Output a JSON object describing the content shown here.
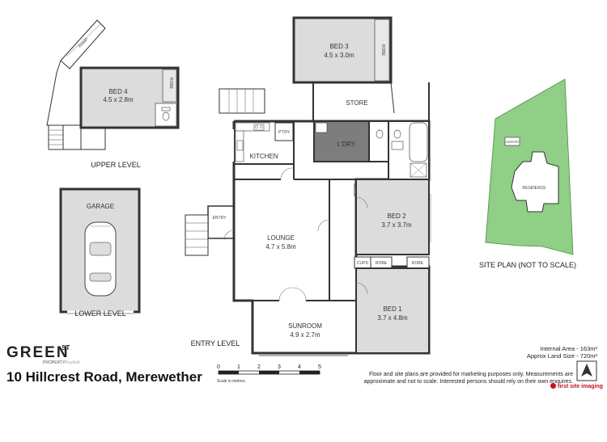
{
  "rooms": {
    "bed3": {
      "name": "BED 3",
      "size": "4.5 x 3.0m"
    },
    "bed4": {
      "name": "BED 4",
      "size": "4.5 x 2.8m"
    },
    "bed2": {
      "name": "BED 2",
      "size": "3.7 x 3.7m"
    },
    "bed1": {
      "name": "BED 1",
      "size": "3.7 x 4.8m"
    },
    "lounge": {
      "name": "LOUNGE",
      "size": "4.7 x 5.8m"
    },
    "sunroom": {
      "name": "SUNROOM",
      "size": "4.9 x 2.7m"
    },
    "garage": {
      "name": "GARAGE"
    },
    "store": {
      "name": "STORE"
    },
    "laundry": {
      "name": "L'DRY"
    },
    "kitchen": {
      "name": "KITCHEN"
    },
    "pantry": {
      "name": "P'TRY"
    },
    "entry": {
      "name": "ENTRY"
    }
  },
  "small_labels": {
    "robe": "ROBE",
    "cupd": "CUPD",
    "ramp": "RAMP",
    "residence": "RESIDENCE",
    "carport": "CARPORT"
  },
  "levels": {
    "upper": "UPPER LEVEL",
    "lower": "LOWER LEVEL",
    "entry": "ENTRY LEVEL",
    "site_plan": "SITE PLAN (NOT TO SCALE)"
  },
  "scale": {
    "ticks": [
      "0",
      "1",
      "2",
      "3",
      "4",
      "5"
    ],
    "label": "Scale in metres."
  },
  "brand": {
    "logo": "GREEN",
    "superscript": "ST",
    "sub": "PROPERTY",
    "sub2": "Mayfield"
  },
  "address": "10 Hillcrest Road, Merewether",
  "areas": {
    "internal": "Internal Area - 163m²",
    "land": "Approx Land Size - 720m²"
  },
  "disclaimer": {
    "line1": "Floor and site plans are provided for marketing purposes only. Measurements are",
    "line2": "approximate and not to scale. Interested persons should rely on their own enquires."
  },
  "credit": "first site imaging",
  "colors": {
    "room_fill": "#dcdcdc",
    "laundry_fill": "#7d7d7d",
    "site_green": "#8fcf86",
    "wall": "#333333",
    "brand_red": "#c4121f"
  }
}
